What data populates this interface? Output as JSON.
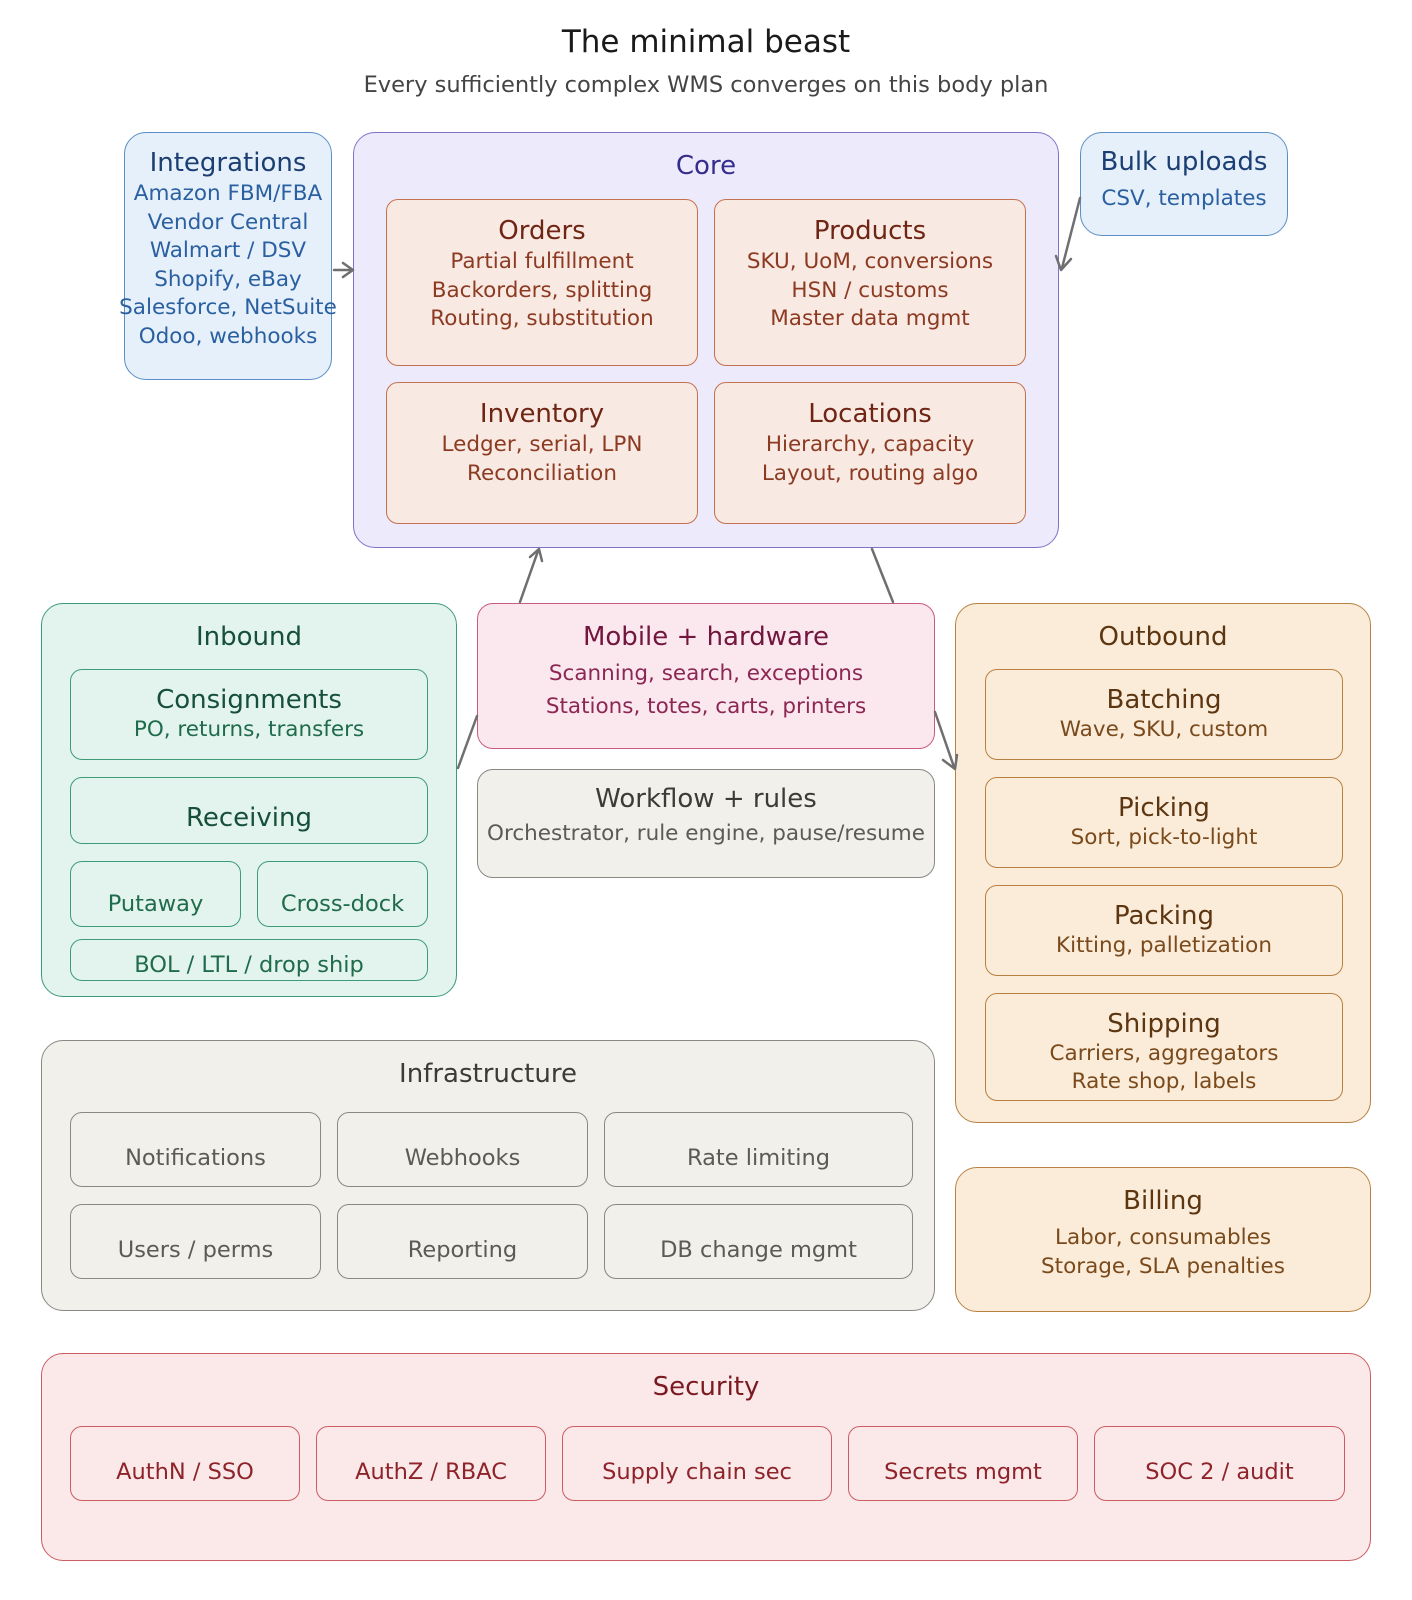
{
  "title": "The minimal beast",
  "subtitle": "Every sufficiently complex WMS converges on this body plan",
  "integrations": {
    "title": "Integrations",
    "lines": [
      "Amazon FBM/FBA",
      "Vendor Central",
      "Walmart / DSV",
      "Shopify, eBay",
      "Salesforce, NetSuite",
      "Odoo, webhooks"
    ]
  },
  "bulk": {
    "title": "Bulk uploads",
    "lines": [
      "CSV, templates"
    ]
  },
  "core": {
    "title": "Core",
    "orders": {
      "title": "Orders",
      "lines": [
        "Partial fulfillment",
        "Backorders, splitting",
        "Routing, substitution"
      ]
    },
    "products": {
      "title": "Products",
      "lines": [
        "SKU, UoM, conversions",
        "HSN / customs",
        "Master data mgmt"
      ]
    },
    "inventory": {
      "title": "Inventory",
      "lines": [
        "Ledger, serial, LPN",
        "Reconciliation"
      ]
    },
    "locations": {
      "title": "Locations",
      "lines": [
        "Hierarchy, capacity",
        "Layout, routing algo"
      ]
    }
  },
  "inbound": {
    "title": "Inbound",
    "consignments": {
      "title": "Consignments",
      "lines": [
        "PO, returns, transfers"
      ]
    },
    "receiving": "Receiving",
    "putaway": "Putaway",
    "crossdock": "Cross-dock",
    "bol": "BOL / LTL / drop ship"
  },
  "mobile": {
    "title": "Mobile + hardware",
    "lines": [
      "Scanning, search, exceptions",
      "Stations, totes, carts, printers"
    ]
  },
  "workflow": {
    "title": "Workflow + rules",
    "lines": [
      "Orchestrator, rule engine, pause/resume"
    ]
  },
  "outbound": {
    "title": "Outbound",
    "batching": {
      "title": "Batching",
      "lines": [
        "Wave, SKU, custom"
      ]
    },
    "picking": {
      "title": "Picking",
      "lines": [
        "Sort, pick-to-light"
      ]
    },
    "packing": {
      "title": "Packing",
      "lines": [
        "Kitting, palletization"
      ]
    },
    "shipping": {
      "title": "Shipping",
      "lines": [
        "Carriers, aggregators",
        "Rate shop, labels"
      ]
    }
  },
  "infrastructure": {
    "title": "Infrastructure",
    "items": [
      "Notifications",
      "Webhooks",
      "Rate limiting",
      "Users / perms",
      "Reporting",
      "DB change mgmt"
    ]
  },
  "billing": {
    "title": "Billing",
    "lines": [
      "Labor, consumables",
      "Storage, SLA penalties"
    ]
  },
  "security": {
    "title": "Security",
    "items": [
      "AuthN / SSO",
      "AuthZ / RBAC",
      "Supply chain sec",
      "Secrets mgmt",
      "SOC 2 / audit"
    ]
  }
}
